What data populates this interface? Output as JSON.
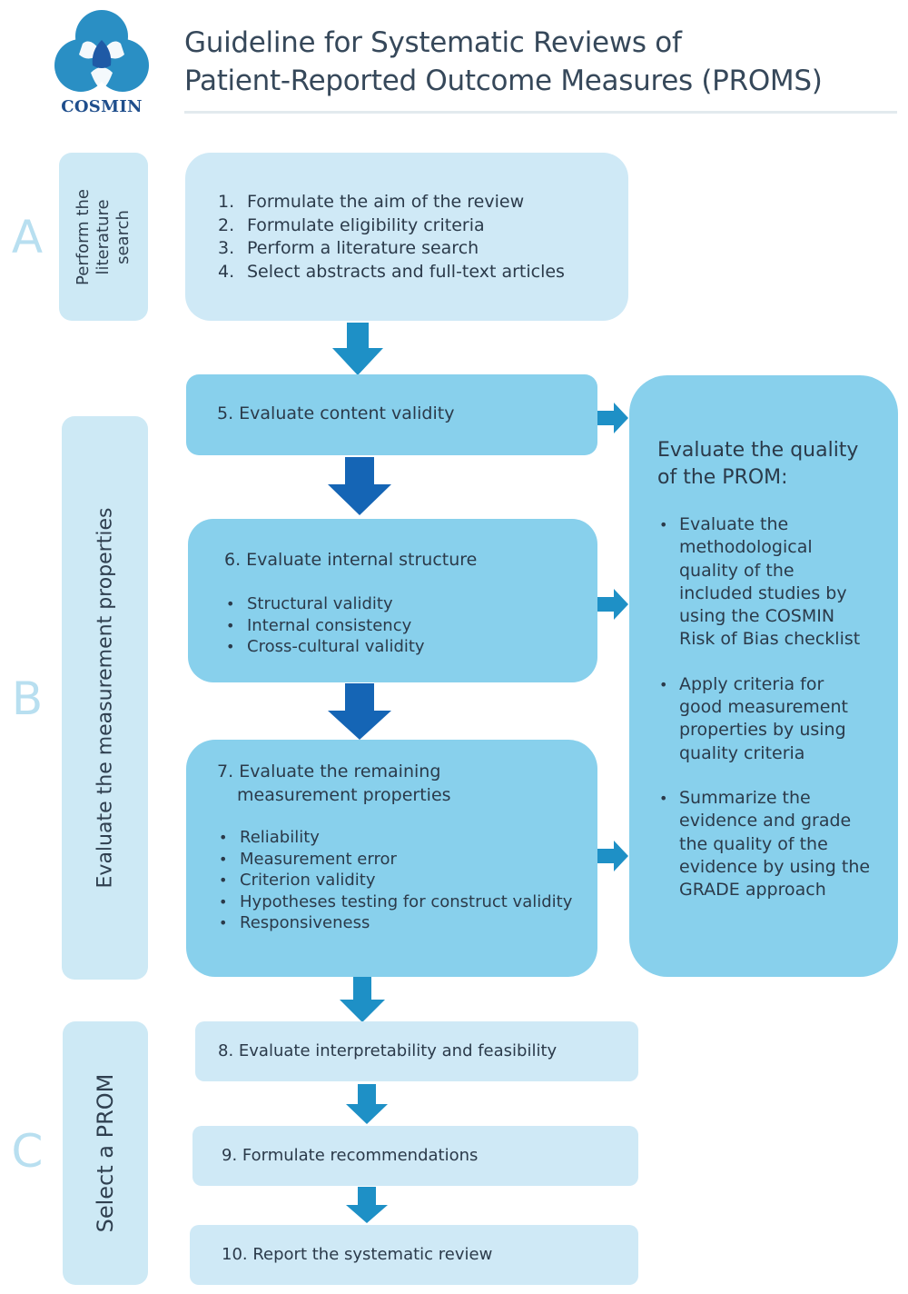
{
  "header": {
    "logo_text": "COSMIN",
    "title_line1": "Guideline for Systematic Reviews of",
    "title_line2": "Patient-Reported Outcome Measures (PROMS)"
  },
  "colors": {
    "logo_blue": "#2a8fc4",
    "logo_dark_blue": "#1f5aa6",
    "arrow_blue": "#1e90c6",
    "arrow_dark_blue": "#1565b5",
    "box_light": "#cfe9f6",
    "box_mid": "#88d0ec",
    "section_letter": "#b8dff0",
    "text_dark": "#2b3a4a"
  },
  "sections": [
    {
      "letter": "A",
      "label_lines": [
        "Perform the",
        "literature",
        "search"
      ]
    },
    {
      "letter": "B",
      "label": "Evaluate the measurement properties"
    },
    {
      "letter": "C",
      "label": "Select a PROM"
    }
  ],
  "steps": {
    "step1to4": [
      {
        "num": "1.",
        "text": "Formulate the aim of the review"
      },
      {
        "num": "2.",
        "text": "Formulate eligibility criteria"
      },
      {
        "num": "3.",
        "text": "Perform a literature search"
      },
      {
        "num": "4.",
        "text": "Select abstracts and full-text articles"
      }
    ],
    "step5": "5. Evaluate content validity",
    "step6": {
      "title": "6. Evaluate internal structure",
      "items": [
        "Structural validity",
        "Internal consistency",
        "Cross-cultural validity"
      ]
    },
    "step7": {
      "title_num": "7.",
      "title_line1": "Evaluate the remaining",
      "title_line2": "measurement properties",
      "items": [
        "Reliability",
        "Measurement error",
        "Criterion validity",
        "Hypotheses testing for construct validity",
        "Responsiveness"
      ]
    },
    "step8": "8. Evaluate interpretability and feasibility",
    "step9": "9. Formulate recommendations",
    "step10": "10. Report the systematic review"
  },
  "quality_box": {
    "title_line1": "Evaluate the quality",
    "title_line2": "of the PROM:",
    "items": [
      [
        "Evaluate the",
        "methodological",
        "quality of the",
        "included studies by",
        "using the COSMIN",
        "Risk of Bias checklist"
      ],
      [
        "Apply criteria for",
        "good measurement",
        "properties by using",
        "quality criteria"
      ],
      [
        "Summarize the",
        "evidence and grade",
        "the quality of the",
        "evidence by using the",
        "GRADE approach"
      ]
    ]
  }
}
